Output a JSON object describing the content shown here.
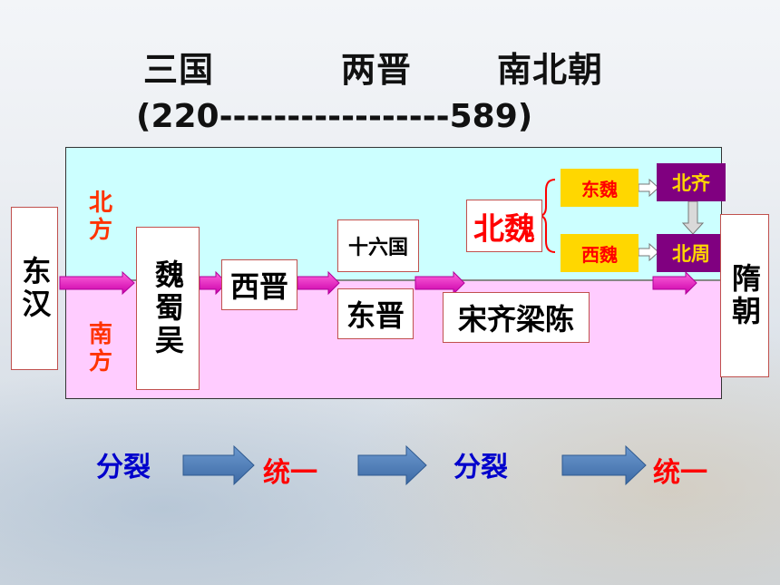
{
  "header": {
    "period_1": "三国",
    "period_2": "两晋",
    "period_3": "南北朝",
    "years": "(220-----------------589)"
  },
  "regions": {
    "north": "北方",
    "south": "南方"
  },
  "states": {
    "eastern_han": "东汉",
    "three_kingdoms": "魏蜀吴",
    "western_jin": "西晋",
    "sixteen_kingdoms": "十六国",
    "eastern_jin": "东晋",
    "southern_dynasties": "宋齐梁陈",
    "northern_wei": "北魏",
    "eastern_wei": "东魏",
    "western_wei": "西魏",
    "northern_qi": "北齐",
    "northern_zhou": "北周",
    "sui": "隋朝"
  },
  "trend": {
    "step_1": "分裂",
    "step_2": "统一",
    "step_3": "分裂",
    "step_4": "统一"
  },
  "colors": {
    "north_band": "#ccffff",
    "south_band": "#ffccff",
    "flow_arrow": "#ff33cc",
    "region_label": "#ff3300",
    "split_text": "#0000cc",
    "unify_text": "#ff0000",
    "trend_arrow": "#4f81bd",
    "dynasty_yellow": "#ffd700",
    "dynasty_purple": "#800080"
  }
}
